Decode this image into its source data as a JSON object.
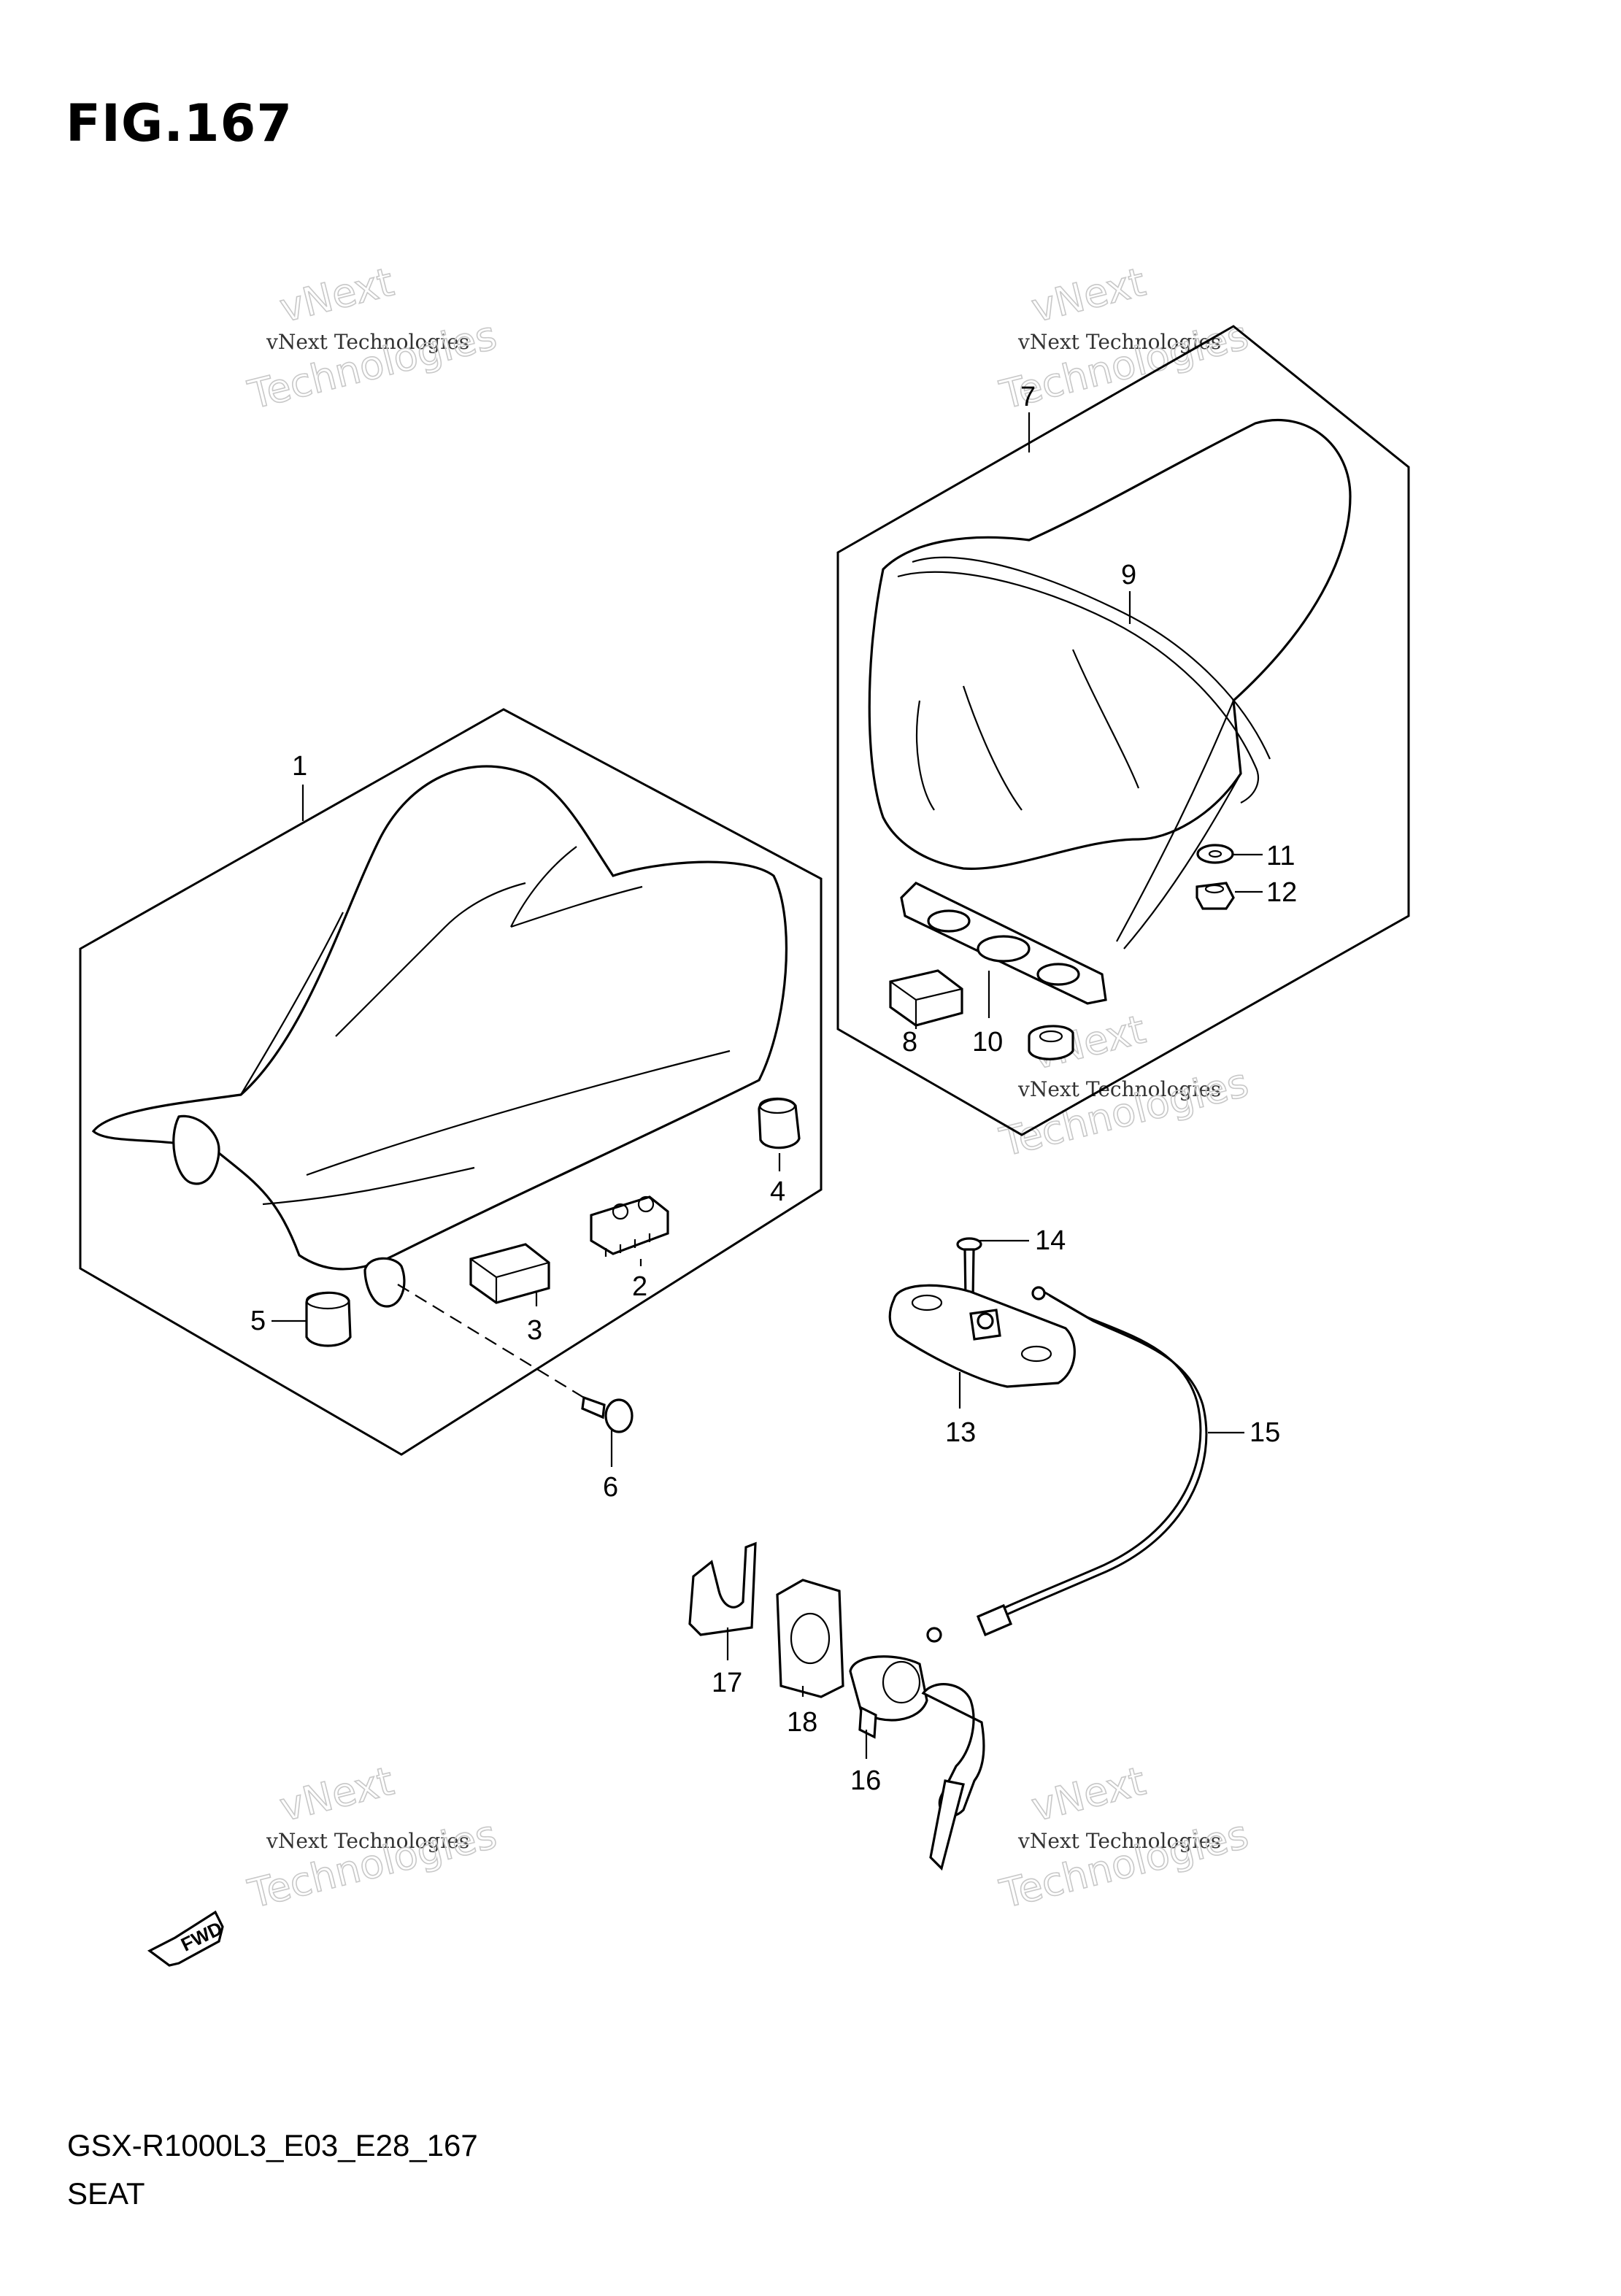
{
  "figure": {
    "title": "FIG.167",
    "model_code": "GSX-R1000L3_E03_E28_167",
    "section_name": "SEAT"
  },
  "watermark": {
    "line1": "vNext Technologies",
    "line2": "vNext",
    "line3": "Technologies"
  },
  "fwd_label": "FWD",
  "callouts": [
    "1",
    "2",
    "3",
    "4",
    "5",
    "6",
    "7",
    "8",
    "9",
    "10",
    "11",
    "12",
    "13",
    "14",
    "15",
    "16",
    "17",
    "18"
  ]
}
